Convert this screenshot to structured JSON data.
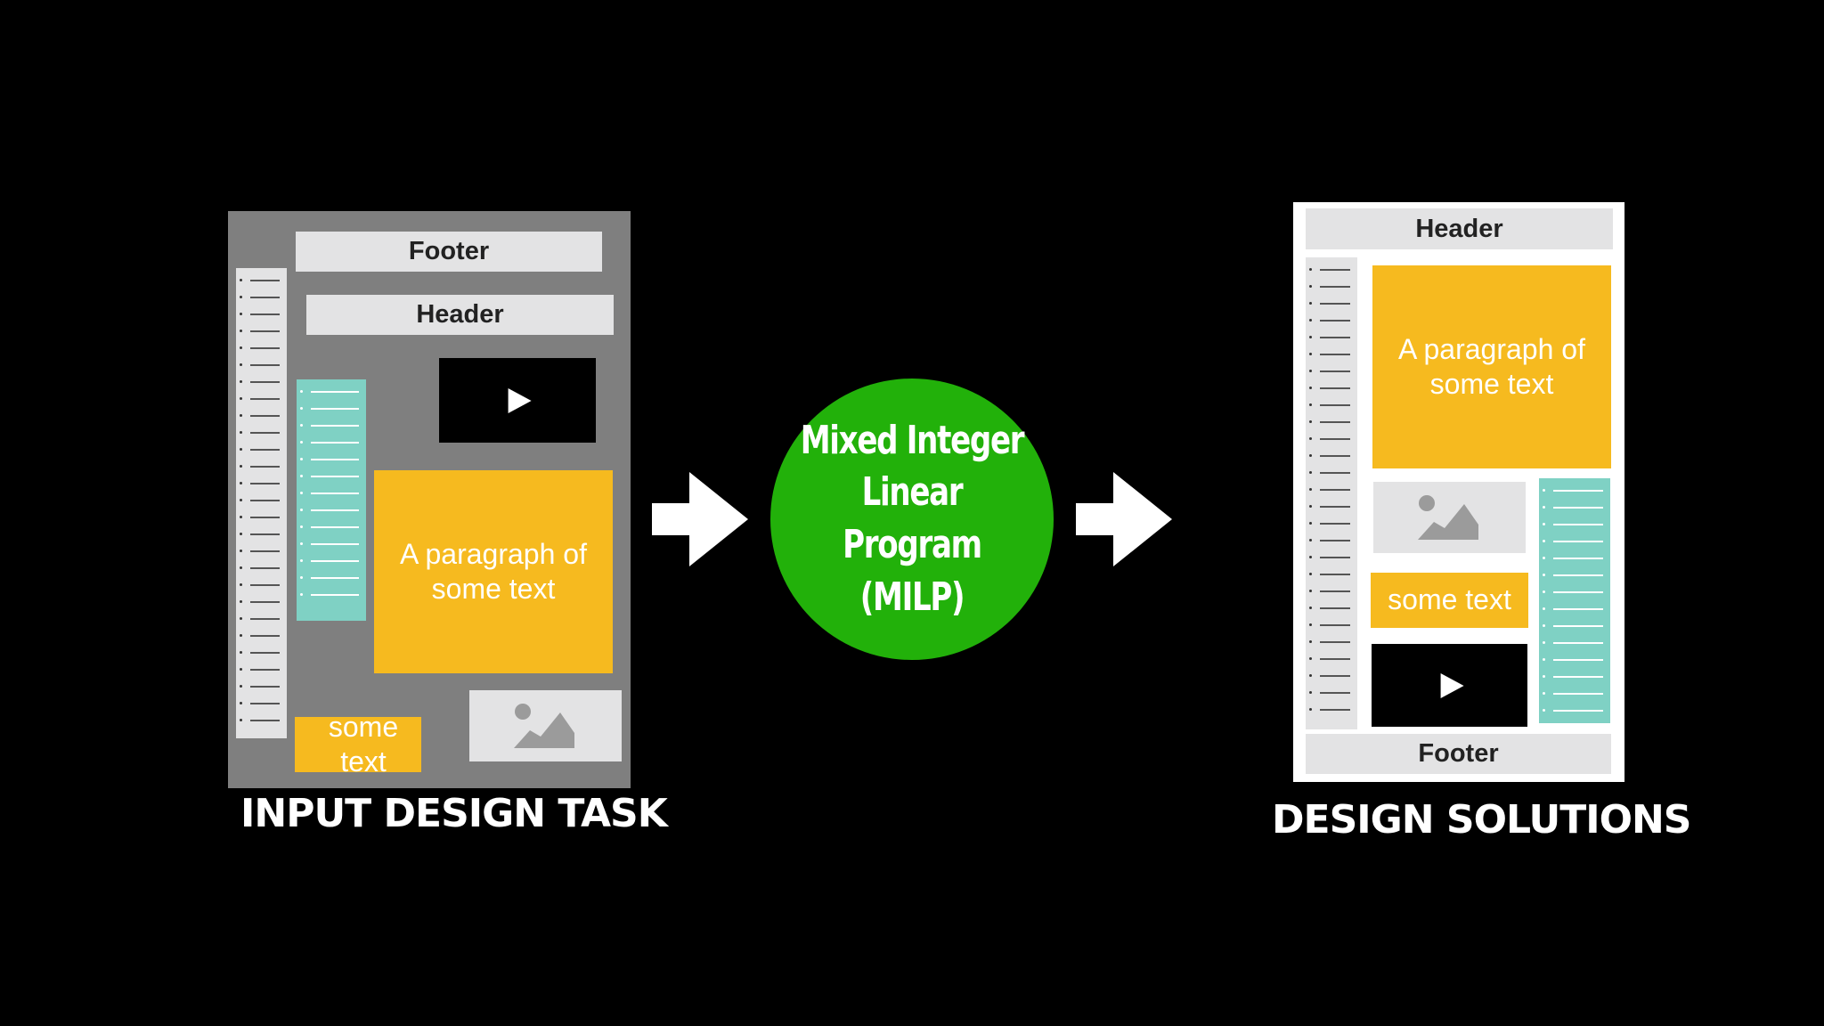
{
  "left_panel": {
    "footer_label": "Footer",
    "header_label": "Header",
    "paragraph_text": "A paragraph of some text",
    "small_text": "some text"
  },
  "center": {
    "line1": "Mixed Integer",
    "line2": "Linear Program",
    "line3": "(MILP)"
  },
  "right_panel": {
    "header_label": "Header",
    "paragraph_text": "A paragraph of some text",
    "small_text": "some text",
    "footer_label": "Footer"
  },
  "captions": {
    "input": "INPUT DESIGN TASK",
    "output": "DESIGN SOLUTIONS"
  },
  "colors": {
    "background": "#000000",
    "panel_grey": "#7f7f7f",
    "block_grey": "#e3e3e4",
    "yellow": "#f6ba1f",
    "teal": "#7fd1c4",
    "green": "#22b10a"
  }
}
